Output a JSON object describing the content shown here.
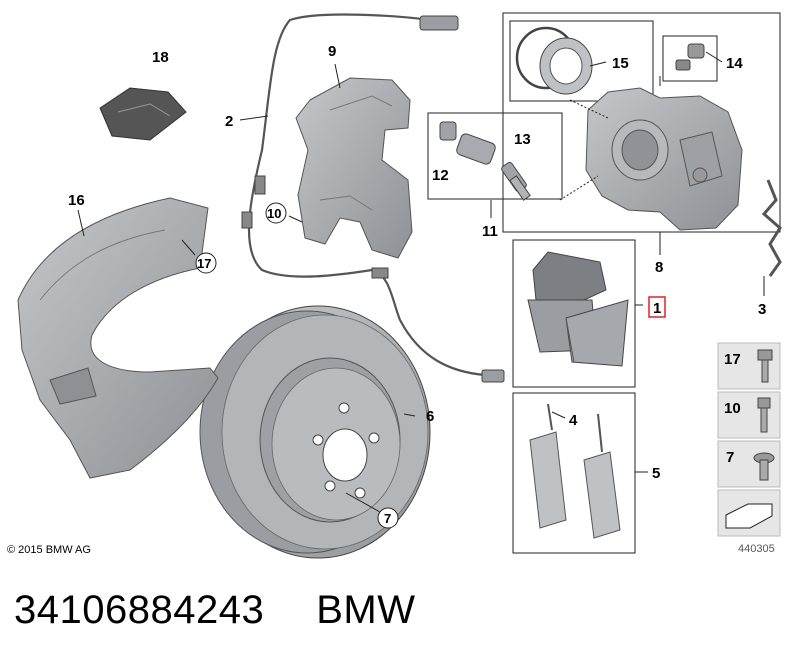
{
  "callouts": {
    "c1": "1",
    "c2": "2",
    "c3": "3",
    "c4": "4",
    "c5": "5",
    "c6": "6",
    "c7_disc": "7",
    "c7_inset": "7",
    "c8": "8",
    "c9": "9",
    "c10_bracket": "10",
    "c10_inset": "10",
    "c11": "11",
    "c12": "12",
    "c13": "13",
    "c14": "14",
    "c15": "15",
    "c16": "16",
    "c17_shield": "17",
    "c17_inset": "17",
    "c18": "18"
  },
  "copyright": "© 2015 BMW AG",
  "diagram_ref": "440305",
  "part_number": "34106884243",
  "brand": "BMW",
  "colors": {
    "highlight": "#e0202a",
    "part_fill": "#a6a9ad",
    "inset_bg": "#e6e6e6",
    "line": "#222222"
  }
}
